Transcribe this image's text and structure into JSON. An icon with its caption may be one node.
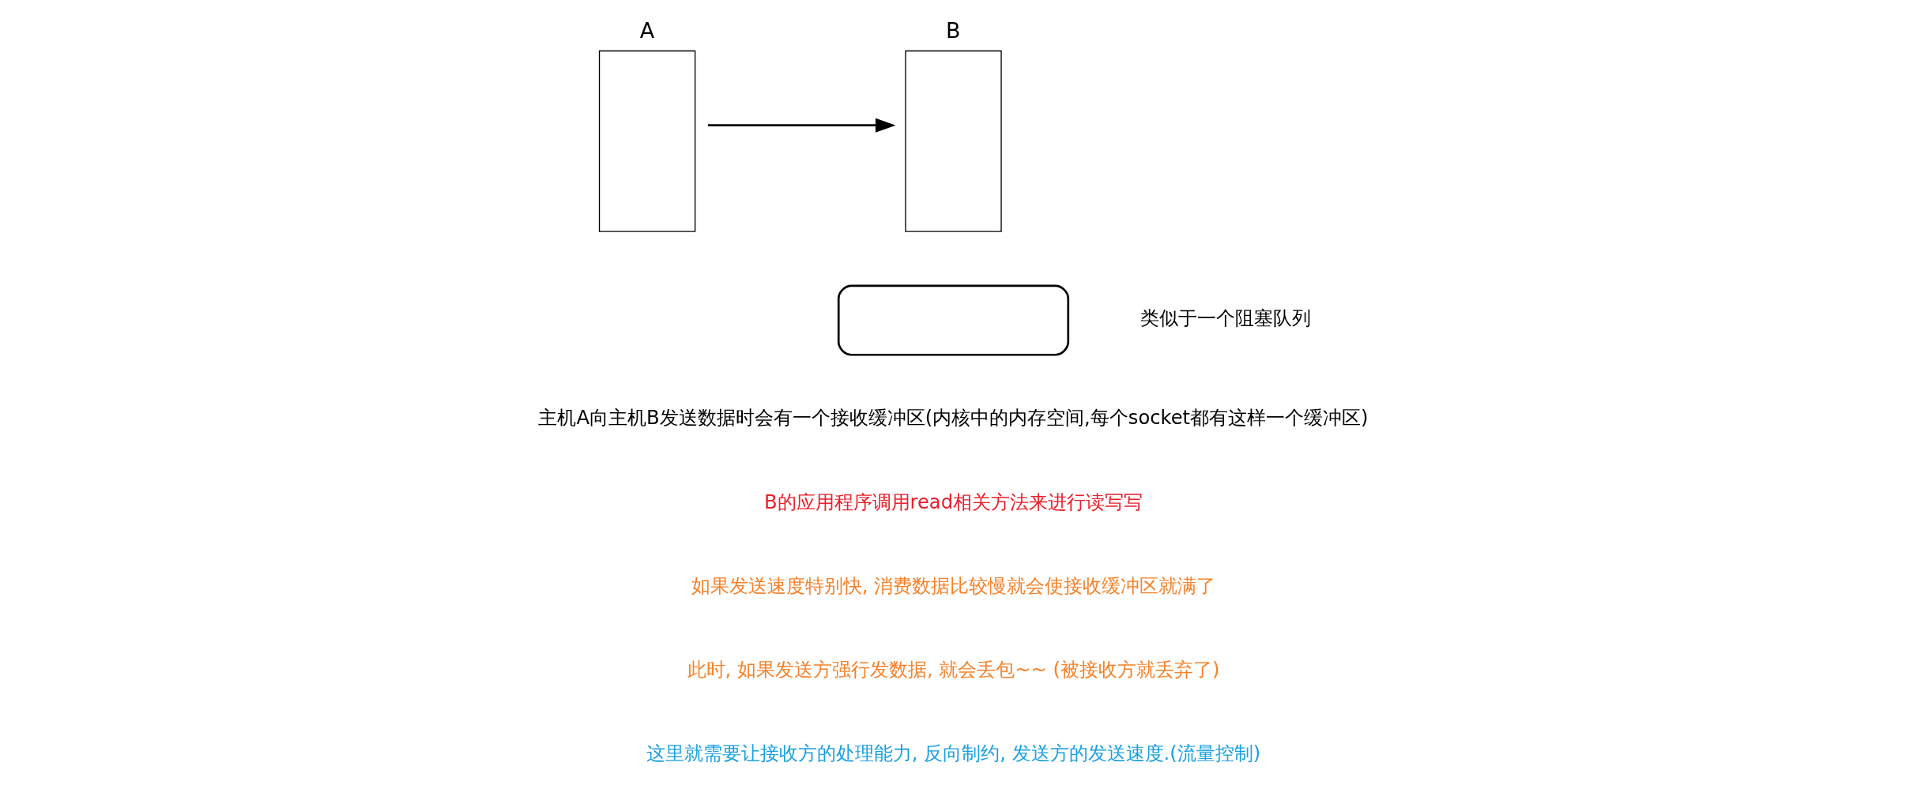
{
  "diagram": {
    "nodes": [
      {
        "text": [
          "A"
        ]
      },
      {
        "text": [
          "B"
        ]
      },
      {
        "text": [],
        "shape": "box",
        "beside": [
          "类似于一个阻塞队列"
        ]
      }
    ],
    "edges": [
      {
        "from": 0,
        "to": 1,
        "arrow": "to"
      }
    ],
    "labels": [
      "主机A向主机B发送数据时会有一个接收缓冲区(内核中的内存空间,每个socket都有这样一个缓冲区)",
      "B的应用程序调用read相关方法来进行读写写",
      "如果发送速度特别快, 消费数据比较慢就会使接收缓冲区就满了",
      "此时, 如果发送方强行发数据, 就会丢包~~ (被接收方就丢弃了)",
      "这里就需要让接收方的处理能力, 反向制约, 发送方的发送速度.(流量控制)"
    ]
  }
}
